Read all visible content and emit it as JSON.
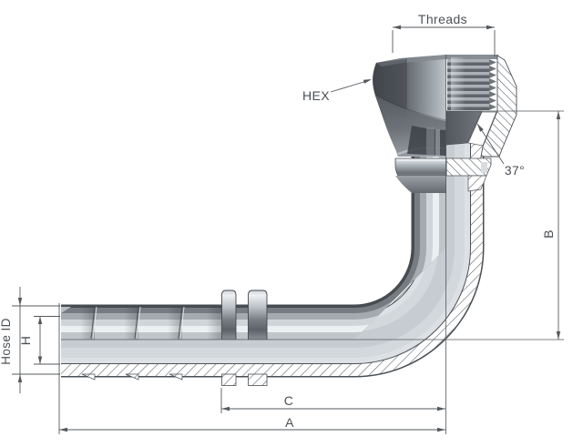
{
  "drawing": {
    "type": "technical-cross-section",
    "subject": "90-degree elbow hose fitting with female swivel nut",
    "labels": {
      "threads": "Threads",
      "hex": "HEX",
      "flare_angle": "37°",
      "dim_b": "B",
      "dim_c": "C",
      "dim_a": "A",
      "dim_h": "H",
      "hose_id": "Hose ID"
    },
    "colors": {
      "background": "#ffffff",
      "dimension_line": "#54585c",
      "label_text": "#4b5055",
      "outline": "#4a4f54",
      "metal_dark": "#474c51",
      "metal_mid": "#a4aab0",
      "metal_highlight": "#edf0f2",
      "hatch_line": "#61676d",
      "bore_fill": "#dde1e5"
    }
  }
}
